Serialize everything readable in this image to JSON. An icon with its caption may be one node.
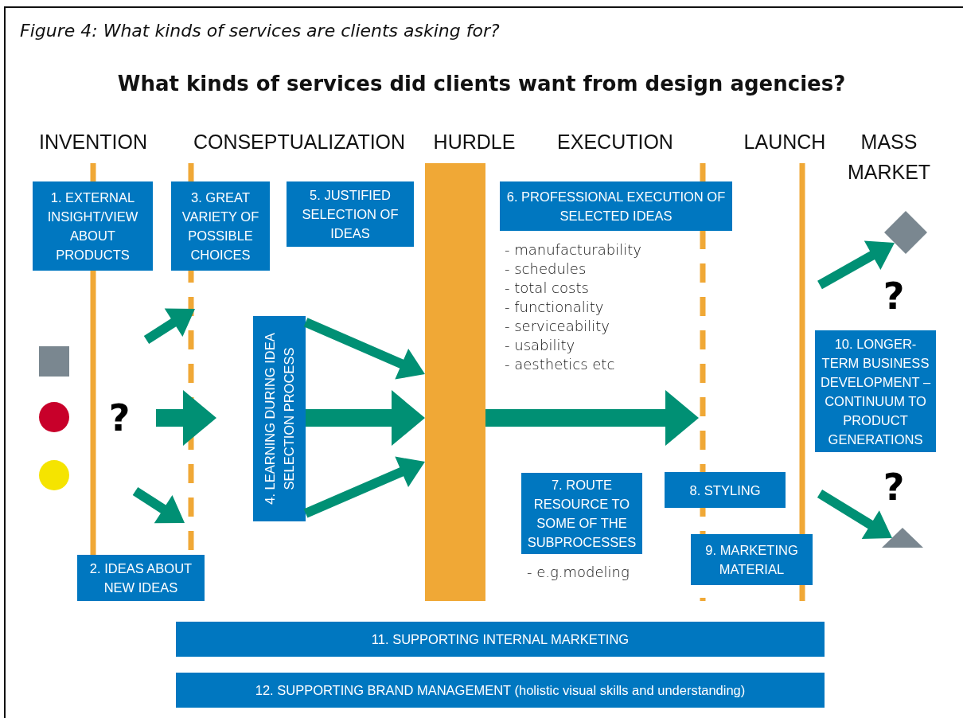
{
  "diagram": {
    "caption": "Figure 4: What kinds of services are clients asking for?",
    "title": "What kinds of services did clients want from design agencies?",
    "nodes": [
      {
        "text": [
          "1. EXTERNAL INSIGHT/VIEW ABOUT PRODUCTS"
        ]
      },
      {
        "text": [
          "3. GREAT VARIETY OF POSSIBLE CHOICES"
        ]
      },
      {
        "text": [
          "5. JUSTIFIED SELECTION OF IDEAS"
        ]
      },
      {
        "text": [],
        "shape": "bar"
      },
      {
        "text": [
          "6. PROFESSIONAL EXECUTION OF SELECTED IDEAS"
        ],
        "beside": [
          "- manufacturability",
          "- schedules",
          "- total costs",
          "- functionality",
          "- serviceability",
          "- usability",
          "- aesthetics etc"
        ]
      },
      {
        "text": [],
        "shape": "diamond"
      },
      {
        "text": [],
        "shape": "box"
      },
      {
        "text": [],
        "shape": "circle"
      },
      {
        "text": [],
        "shape": "circle"
      },
      {
        "text": [
          "4. LEARNING DURING IDEA SELECTION PROCESS"
        ]
      },
      {
        "text": [
          "10. LONGER-TERM BUSINESS DEVELOPMENT – CONTINUUM TO PRODUCT GENERATIONS"
        ]
      },
      {
        "text": [
          "7. ROUTE RESOURCE TO SOME OF THE SUBPROCESSES"
        ],
        "beside": [
          "- e.g.modeling"
        ]
      },
      {
        "text": [
          "8. STYLING"
        ]
      },
      {
        "text": [],
        "shape": "triangle"
      },
      {
        "text": [
          "9. MARKETING MATERIAL"
        ]
      },
      {
        "text": [
          "2. IDEAS ABOUT NEW IDEAS"
        ]
      },
      {
        "text": [
          "11. SUPPORTING INTERNAL MARKETING"
        ]
      },
      {
        "text": [
          "12. SUPPORTING BRAND MANAGEMENT (holistic visual skills and understanding)"
        ]
      }
    ],
    "edges": [
      {
        "from": 9,
        "to": 3,
        "arrow": "to",
        "style": "thick"
      },
      {
        "from": 9,
        "to": 3,
        "arrow": "to"
      },
      {
        "from": 9,
        "to": 3,
        "arrow": "to"
      },
      {
        "from": 3,
        "to": null,
        "arrow": "to",
        "style": "thick"
      },
      {
        "from": null,
        "to": 5,
        "arrow": "to"
      },
      {
        "from": null,
        "to": 13,
        "arrow": "to"
      }
    ],
    "labels": [
      "INVENTION",
      "CONSEPTUALIZATION",
      "HURDLE",
      "EXECUTION",
      "LAUNCH",
      "MASS MARKET",
      "?",
      "?",
      "?"
    ]
  }
}
